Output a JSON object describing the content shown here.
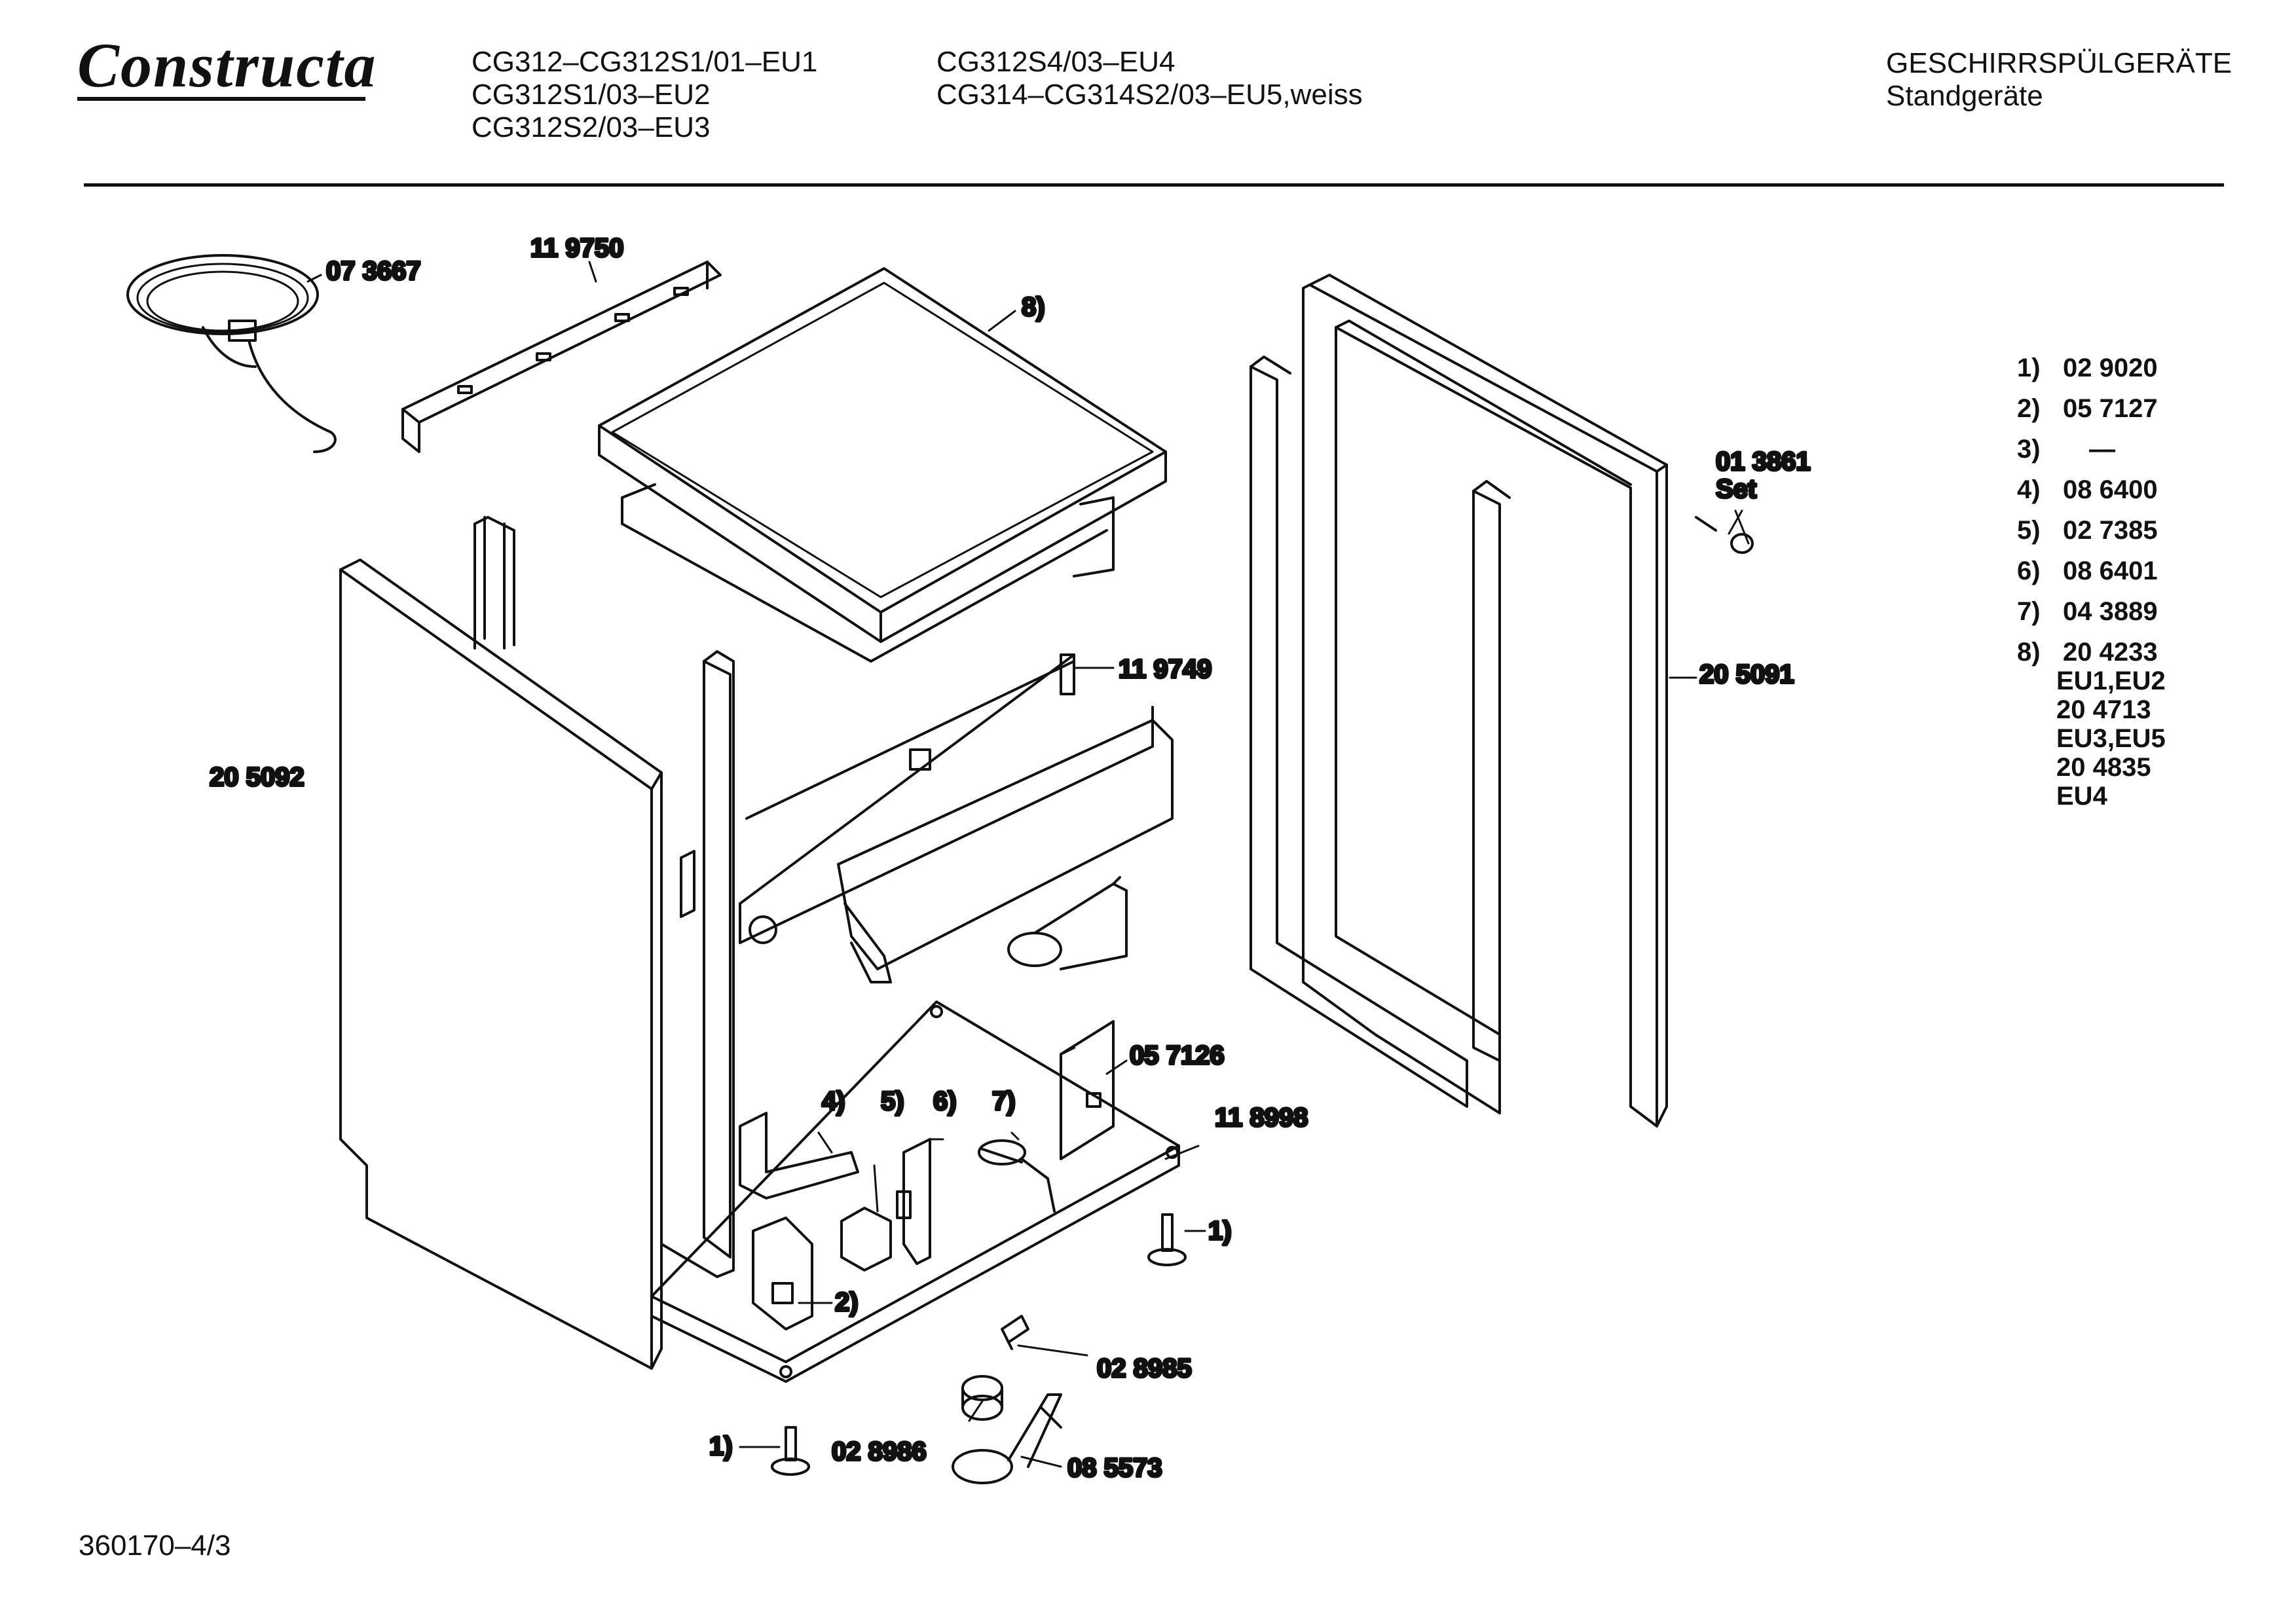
{
  "header": {
    "brand": "Constructa",
    "models_col1": [
      "CG312–CG312S1/01–EU1",
      "CG312S1/03–EU2",
      "CG312S2/03–EU3"
    ],
    "models_col2": [
      "CG312S4/03–EU4",
      "CG314–CG314S2/03–EU5,weiss"
    ],
    "category": [
      "GESCHIRRSPÜLGERÄTE",
      "Standgeräte"
    ]
  },
  "part_labels": {
    "power_cord": "07 3667",
    "top_rail": "11 9750",
    "worktop": "8)",
    "set_no": "01 3861",
    "set_word": "Set",
    "crossbar": "11 9749",
    "right_frame": "20 5091",
    "left_panel": "20 5092",
    "bracket": "05 7126",
    "base": "11 8998",
    "item4": "4)",
    "item5": "5)",
    "item6": "6)",
    "item7": "7)",
    "foot_right": "1)",
    "item2": "2)",
    "switch": "02 8985",
    "float": "02 8986",
    "float_holder": "08 5573",
    "foot_left": "1)"
  },
  "legend": [
    {
      "num": "1)",
      "part": "02 9020"
    },
    {
      "num": "2)",
      "part": "05 7127"
    },
    {
      "num": "3)",
      "part": "—"
    },
    {
      "num": "4)",
      "part": "08 6400"
    },
    {
      "num": "5)",
      "part": "02 7385"
    },
    {
      "num": "6)",
      "part": "08 6401"
    },
    {
      "num": "7)",
      "part": "04 3889"
    },
    {
      "num": "8)",
      "part": "20 4233"
    }
  ],
  "legend_extra": [
    "EU1,EU2",
    "20 4713",
    "EU3,EU5",
    "20 4835",
    "EU4"
  ],
  "footer_code": "360170–4/3"
}
